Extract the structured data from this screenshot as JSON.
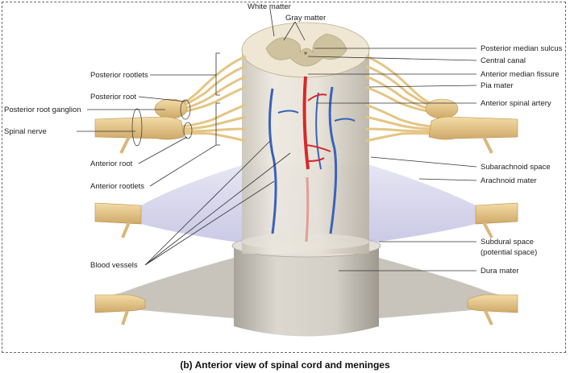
{
  "caption": "(b) Anterior view of spinal cord and meninges",
  "labels": {
    "white_matter": "White matter",
    "gray_matter": "Gray matter",
    "posterior_median_sulcus": "Posterior median sulcus",
    "central_canal": "Central canal",
    "anterior_median_fissure": "Anterior median fissure",
    "pia_mater": "Pia mater",
    "anterior_spinal_artery": "Anterior spinal artery",
    "posterior_rootlets": "Posterior rootlets",
    "posterior_root": "Posterior root",
    "posterior_root_ganglion": "Posterior root ganglion",
    "spinal_nerve": "Spinal nerve",
    "anterior_root": "Anterior root",
    "anterior_rootlets": "Anterior rootlets",
    "subarachnoid_space": "Subarachnoid space",
    "arachnoid_mater": "Arachnoid mater",
    "subdural_space": "Subdural space",
    "subdural_space_note": "(potential space)",
    "dura_mater": "Dura mater",
    "blood_vessels": "Blood vessels"
  },
  "colors": {
    "nerve": "#e9c98d",
    "nerve_shadow": "#c9a263",
    "white_matter": "#ece3cf",
    "gray_matter": "#c7bb98",
    "artery": "#d8282a",
    "vein": "#3b62b8",
    "arachnoid": "#c9c8e6",
    "dura": "#cfcbc3"
  }
}
